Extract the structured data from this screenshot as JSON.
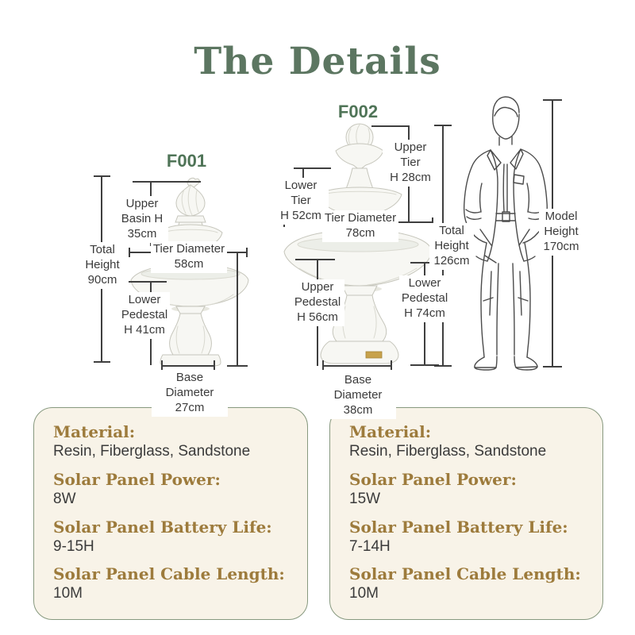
{
  "title": "The Details",
  "colors": {
    "heading_green": "#5c7661",
    "model_label_green": "#4f7457",
    "spec_label_gold": "#9d7b3c",
    "card_background": "#f8f3e8",
    "card_border": "#87997f",
    "dimension_line": "#3f3f3f",
    "plaque_gold": "#c7a24b"
  },
  "models": {
    "f001": {
      "name": "F001",
      "dims": {
        "upper_basin": "Upper\nBasin H\n35cm",
        "total_height": "Total\nHeight\n90cm",
        "tier_diameter": "Tier Diameter\n58cm",
        "lower_pedestal": "Lower\nPedestal\nH 41cm",
        "base_diameter": "Base Diameter\n27cm"
      }
    },
    "f002": {
      "name": "F002",
      "dims": {
        "upper_tier": "Upper Tier\nH 28cm",
        "lower_tier": "Lower Tier\nH 52cm",
        "tier_diameter": "Tier Diameter\n78cm",
        "total_height": "Total\nHeight\n126cm",
        "upper_pedestal": "Upper\nPedestal\nH 56cm",
        "lower_pedestal": "Lower\nPedestal\nH 74cm",
        "base_diameter": "Base Diameter\n38cm"
      }
    },
    "human_figure": {
      "dims": {
        "model_height": "Model\nHeight\n170cm"
      }
    }
  },
  "cards": [
    {
      "specs": [
        {
          "label": "Material:",
          "value": "Resin, Fiberglass, Sandstone"
        },
        {
          "label": "Solar Panel Power:",
          "value": "8W"
        },
        {
          "label": "Solar Panel Battery Life:",
          "value": "9-15H"
        },
        {
          "label": "Solar Panel Cable Length:",
          "value": "10M"
        }
      ]
    },
    {
      "specs": [
        {
          "label": "Material:",
          "value": "Resin, Fiberglass, Sandstone"
        },
        {
          "label": "Solar Panel Power:",
          "value": "15W"
        },
        {
          "label": "Solar Panel Battery Life:",
          "value": "7-14H"
        },
        {
          "label": "Solar Panel Cable Length:",
          "value": "10M"
        }
      ]
    }
  ]
}
